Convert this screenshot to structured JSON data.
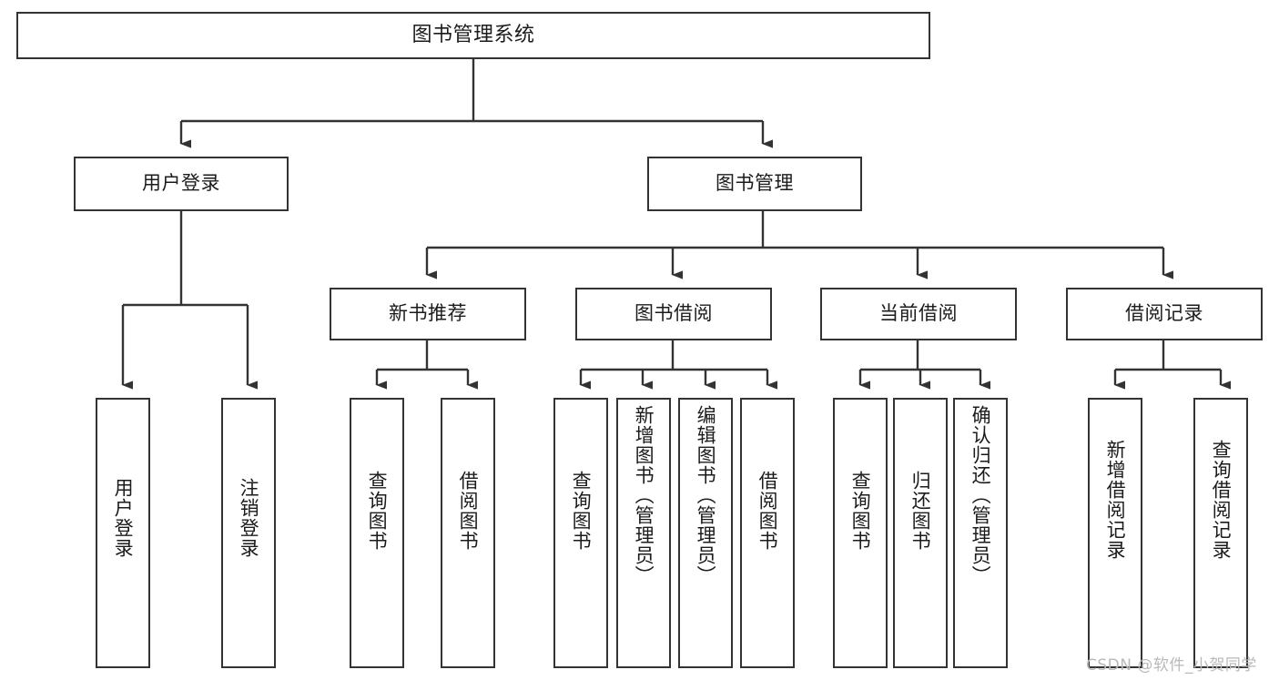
{
  "diagram": {
    "title": "图书管理系统",
    "type": "functional-structure-tree",
    "watermark": "CSDN @软件_小贺同学",
    "colors": {
      "background": "#ffffff",
      "border": "#333333",
      "text": "#1b1b1b",
      "edge": "#333333",
      "watermark": "#b9b9b9"
    },
    "levels": {
      "level1": [
        "图书管理系统"
      ],
      "level2": [
        "用户登录",
        "图书管理"
      ],
      "level3": [
        "新书推荐",
        "图书借阅",
        "当前借阅",
        "借阅记录"
      ],
      "level4": [
        "用户登录",
        "注销登录",
        "查询图书",
        "借阅图书",
        "查询图书",
        "新增图书（管理员）",
        "编辑图书（管理员）",
        "借阅图书",
        "查询图书",
        "归还图书",
        "确认归还（管理员）",
        "新增借阅记录",
        "查询借阅记录"
      ]
    },
    "nodes": {
      "root": {
        "label": "图书管理系统"
      },
      "user_login": {
        "label": "用户登录"
      },
      "book_manage": {
        "label": "图书管理"
      },
      "new_book_rec": {
        "label": "新书推荐"
      },
      "book_borrow": {
        "label": "图书借阅"
      },
      "current_borrow": {
        "label": "当前借阅"
      },
      "borrow_record": {
        "label": "借阅记录"
      },
      "leaf_user_login": {
        "label": "用户登录"
      },
      "leaf_user_logout": {
        "label": "注销登录"
      },
      "leaf_rec_query": {
        "label": "查询图书"
      },
      "leaf_rec_borrow": {
        "label": "借阅图书"
      },
      "leaf_borrow_query": {
        "label": "查询图书"
      },
      "leaf_borrow_add": {
        "label": "新增图书（管理员）"
      },
      "leaf_borrow_edit": {
        "label": "编辑图书（管理员）"
      },
      "leaf_borrow_do": {
        "label": "借阅图书"
      },
      "leaf_cur_query": {
        "label": "查询图书"
      },
      "leaf_cur_return": {
        "label": "归还图书"
      },
      "leaf_cur_confirm": {
        "label": "确认归还（管理员）"
      },
      "leaf_rec_add": {
        "label": "新增借阅记录"
      },
      "leaf_rec_search": {
        "label": "查询借阅记录"
      }
    },
    "edges": [
      {
        "from": "root",
        "to": "user_login"
      },
      {
        "from": "root",
        "to": "book_manage"
      },
      {
        "from": "user_login",
        "to": "leaf_user_login"
      },
      {
        "from": "user_login",
        "to": "leaf_user_logout"
      },
      {
        "from": "book_manage",
        "to": "new_book_rec"
      },
      {
        "from": "book_manage",
        "to": "book_borrow"
      },
      {
        "from": "book_manage",
        "to": "current_borrow"
      },
      {
        "from": "book_manage",
        "to": "borrow_record"
      },
      {
        "from": "new_book_rec",
        "to": "leaf_rec_query"
      },
      {
        "from": "new_book_rec",
        "to": "leaf_rec_borrow"
      },
      {
        "from": "book_borrow",
        "to": "leaf_borrow_query"
      },
      {
        "from": "book_borrow",
        "to": "leaf_borrow_add"
      },
      {
        "from": "book_borrow",
        "to": "leaf_borrow_edit"
      },
      {
        "from": "book_borrow",
        "to": "leaf_borrow_do"
      },
      {
        "from": "current_borrow",
        "to": "leaf_cur_query"
      },
      {
        "from": "current_borrow",
        "to": "leaf_cur_return"
      },
      {
        "from": "current_borrow",
        "to": "leaf_cur_confirm"
      },
      {
        "from": "borrow_record",
        "to": "leaf_rec_add"
      },
      {
        "from": "borrow_record",
        "to": "leaf_rec_search"
      }
    ]
  }
}
